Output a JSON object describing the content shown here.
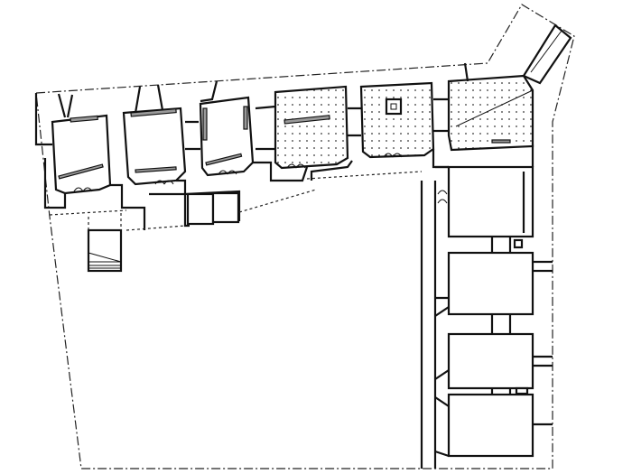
{
  "drawing": {
    "kind": "floor-plan",
    "colors": {
      "line": "#111111",
      "background": "#ffffff",
      "hatch_dots": "#333333"
    },
    "top_rooms_plain": 3,
    "top_rooms_dotted": 3,
    "right_column_rooms": 4
  }
}
